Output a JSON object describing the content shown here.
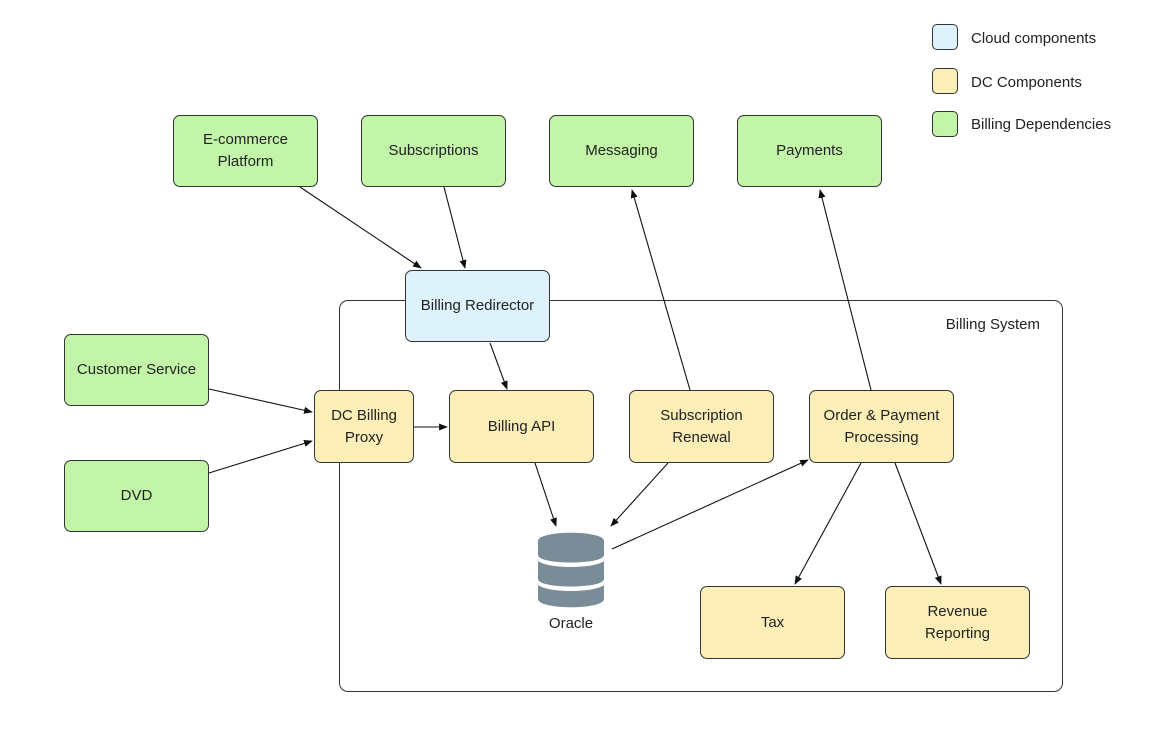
{
  "legend": [
    {
      "label": "Cloud components",
      "color": "#ddf2fb"
    },
    {
      "label": "DC Components",
      "color": "#fbeeb6"
    },
    {
      "label": "Billing Dependencies",
      "color": "#c2f5a8"
    }
  ],
  "container": {
    "label": "Billing System"
  },
  "nodes": {
    "ecommerce": "E-commerce\nPlatform",
    "subscriptions": "Subscriptions",
    "messaging": "Messaging",
    "payments": "Payments",
    "billing_redirector": "Billing Redirector",
    "customer_service": "Customer Service",
    "dvd": "DVD",
    "dc_billing_proxy": "DC Billing\nProxy",
    "billing_api": "Billing API",
    "subscription_renewal": "Subscription\nRenewal",
    "order_payment": "Order & Payment\nProcessing",
    "tax": "Tax",
    "revenue_reporting": "Revenue\nReporting",
    "oracle": "Oracle"
  },
  "colors": {
    "green": "#c2f5a8",
    "yellow": "#fbeeb6",
    "blue": "#ddf2fb",
    "database": "#7a8c97"
  },
  "icons": {
    "oracle": "database-icon"
  }
}
